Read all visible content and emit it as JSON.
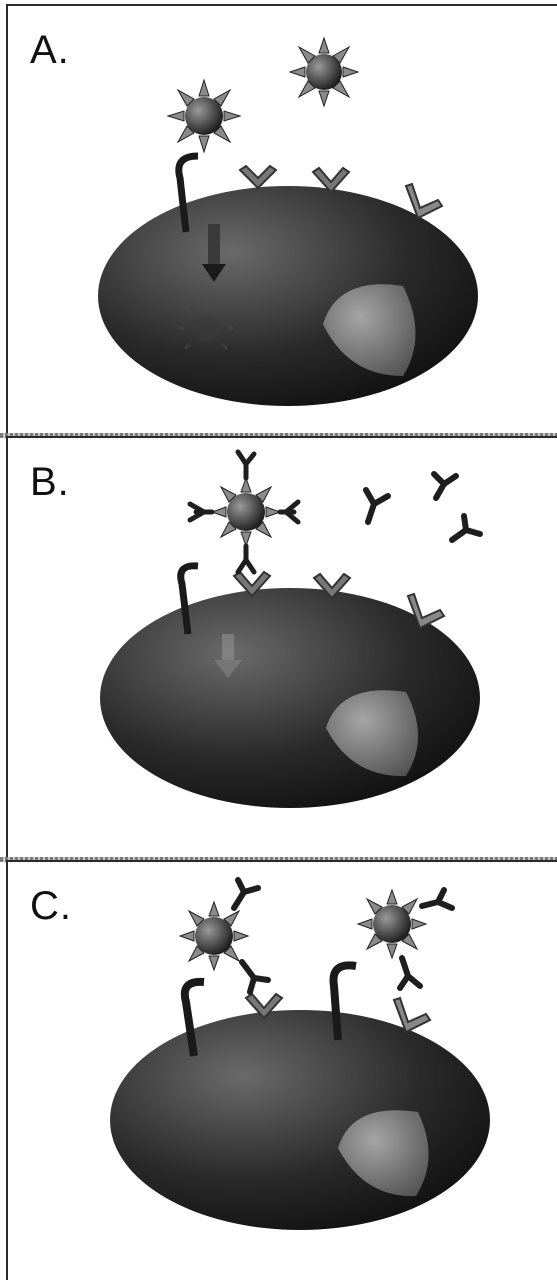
{
  "panels": [
    {
      "id": "a",
      "label": "A."
    },
    {
      "id": "b",
      "label": "B."
    },
    {
      "id": "c",
      "label": "C."
    }
  ],
  "colors": {
    "cell_dark": "#0d0d0d",
    "cell_mid": "#5a5a5a",
    "nucleus": "#8c8c8c",
    "antigen": "#6e6e6e",
    "receptor": "#9a9a9a",
    "antibody": "#1e1e1e"
  },
  "icons": [
    "sun-antigen-icon",
    "v-receptor-icon",
    "hook-receptor-icon",
    "y-antibody-icon",
    "down-arrow-icon"
  ]
}
